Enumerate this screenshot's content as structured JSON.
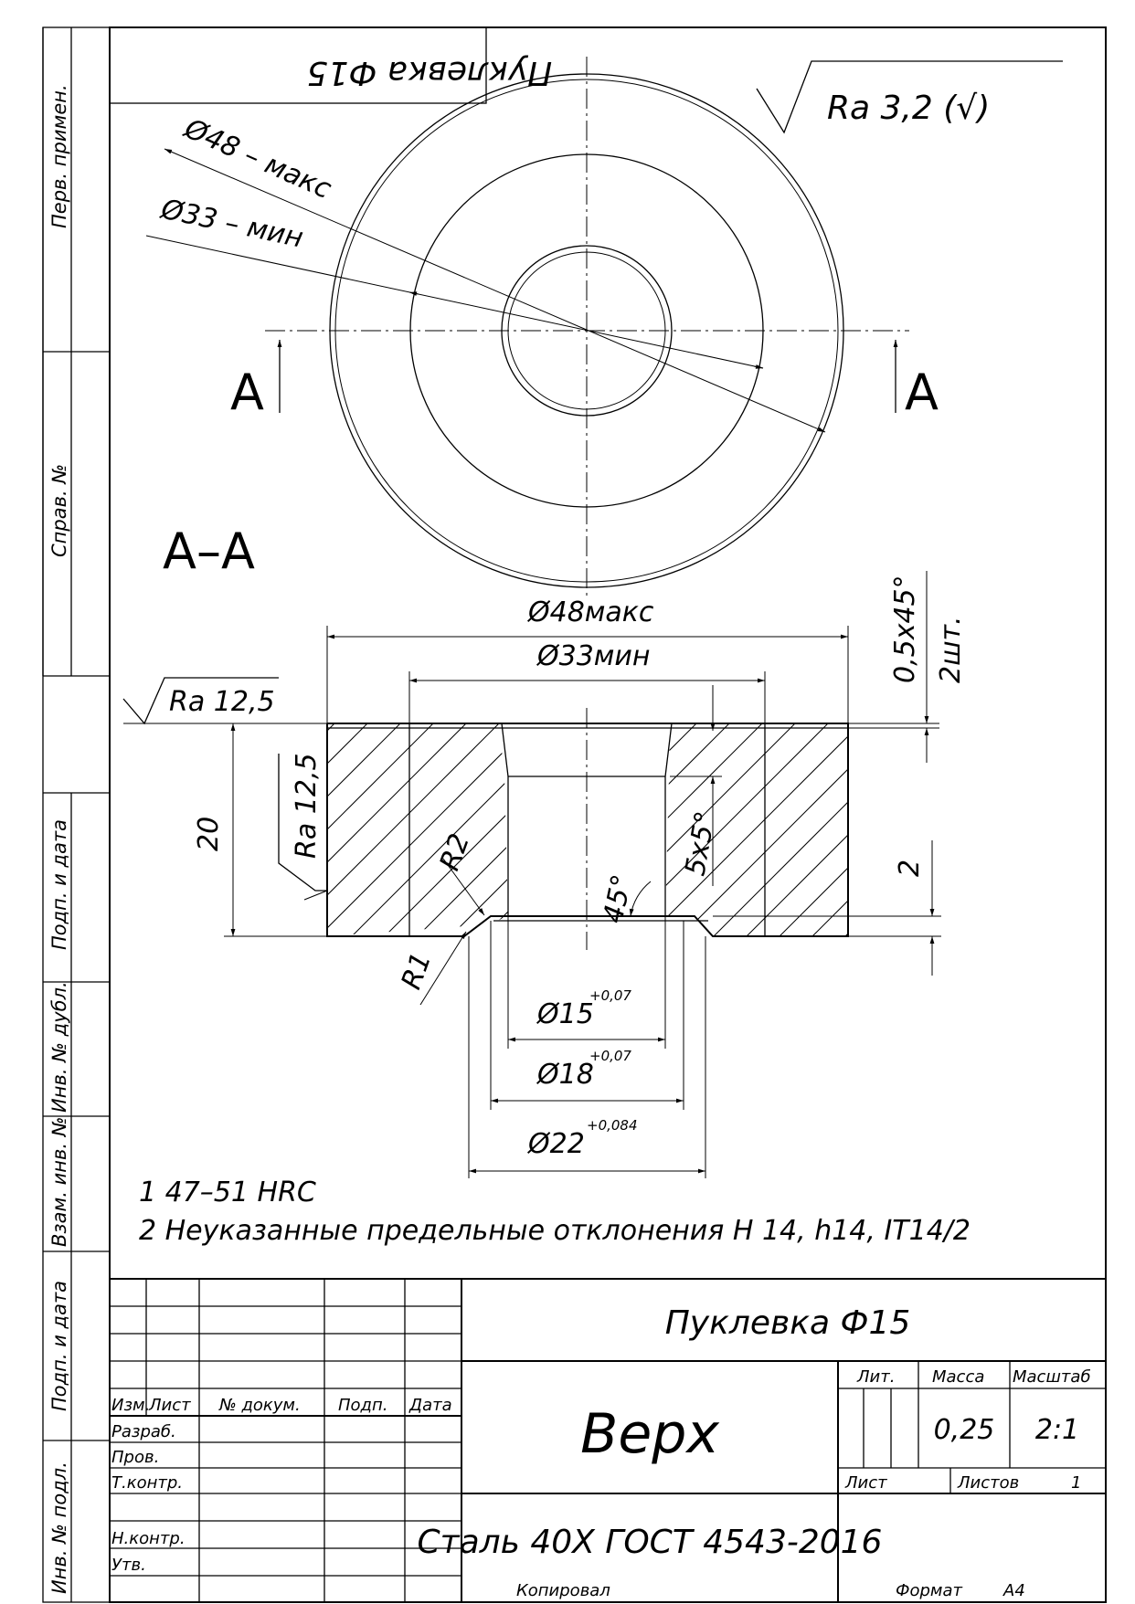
{
  "stamp_mirrored": "Пуклевка Ф15",
  "roughness_general": "Ra 3,2 (√)",
  "dims_top": {
    "d48": "Ø48 – макс",
    "d33": "Ø33 – мин"
  },
  "section_marks": {
    "left": "A",
    "right": "A",
    "title": "А–А"
  },
  "dims_section": {
    "d48": "Ø48макс",
    "d33": "Ø33мин",
    "chamfer": "0,5x45°",
    "chamfer_qty": "2шт.",
    "ra_top": "Ra 12,5",
    "ra_side": "Ra 12,5",
    "height": "20",
    "r2": "R2",
    "r1": "R1",
    "angle": "45°",
    "taper": "5x5°",
    "depth": "2",
    "d15": "Ø15",
    "d15_tol": "+0,07",
    "d18": "Ø18",
    "d18_tol": "+0,07",
    "d22": "Ø22",
    "d22_tol": "+0,084"
  },
  "notes": [
    "1  47–51 HRC",
    "2  Неуказанные предельные отклонения Н 14, h14, IT14/2"
  ],
  "left_margin": [
    "Перв. примен.",
    "Справ. №",
    "Подп. и дата",
    "Инв. № дубл.",
    "Взам. инв. №",
    "Подп. и дата",
    "Инв. № подл."
  ],
  "title_block": {
    "designation": "Пуклевка Ф15",
    "name": "Верх",
    "material": "Сталь 40Х ГОСТ 4543-2016",
    "col_headers": [
      "Изм.",
      "Лист",
      "№ докум.",
      "Подп.",
      "Дата"
    ],
    "roles": [
      "Разраб.",
      "Пров.",
      "Т.контр.",
      "Н.контр.",
      "Утв."
    ],
    "lit_label": "Лит.",
    "mass_label": "Масса",
    "scale_label": "Масштаб",
    "mass": "0,25",
    "scale": "2:1",
    "sheet_label": "Лист",
    "sheets_label": "Листов",
    "sheets_value": "1"
  },
  "footer": {
    "copied": "Копировал",
    "format_label": "Формат",
    "format": "А4"
  }
}
